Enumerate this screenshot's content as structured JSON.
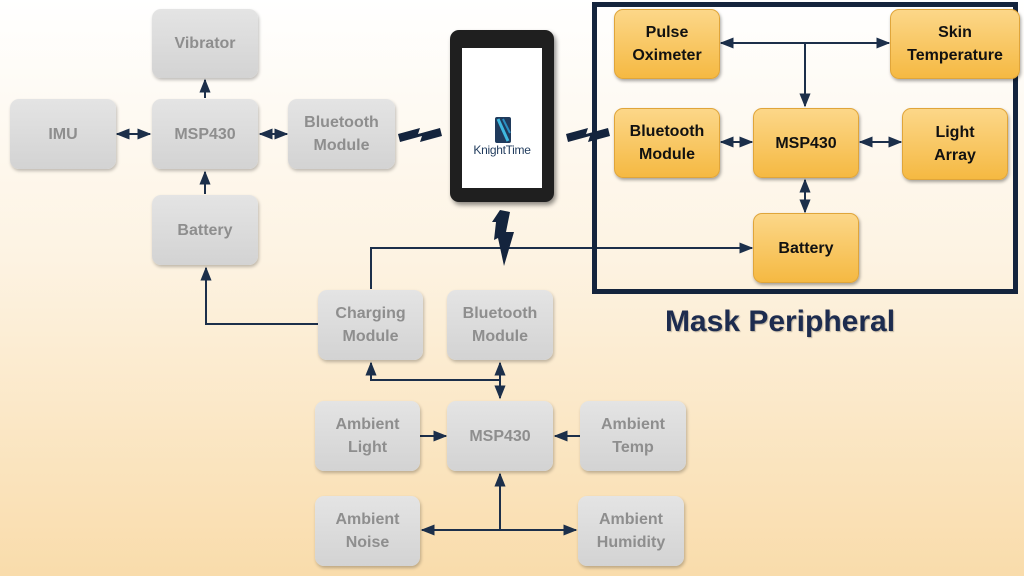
{
  "blocks": {
    "vibrator": "Vibrator",
    "imu": "IMU",
    "msp430_top": "MSP430",
    "bt_top": "Bluetooth\nModule",
    "battery_top": "Battery",
    "charging": "Charging\nModule",
    "bt_bottom": "Bluetooth\nModule",
    "ambient_light": "Ambient\nLight",
    "msp430_bottom": "MSP430",
    "ambient_temp": "Ambient\nTemp",
    "ambient_noise": "Ambient\nNoise",
    "ambient_humidity": "Ambient\nHumidity"
  },
  "mask": {
    "title": "Mask Peripheral",
    "pulse": "Pulse\nOximeter",
    "skin_temp": "Skin\nTemperature",
    "bluetooth": "Bluetooth\nModule",
    "msp430": "MSP430",
    "light_array": "Light\nArray",
    "battery": "Battery"
  },
  "tablet": {
    "app_name": "KnightTime"
  },
  "colors": {
    "frame": "#14243d",
    "wire": "#1c2f4a",
    "orange": "#f5b942",
    "gray": "#d3d3d3"
  },
  "icons": {
    "wireless": "lightning-bolt-icon"
  }
}
